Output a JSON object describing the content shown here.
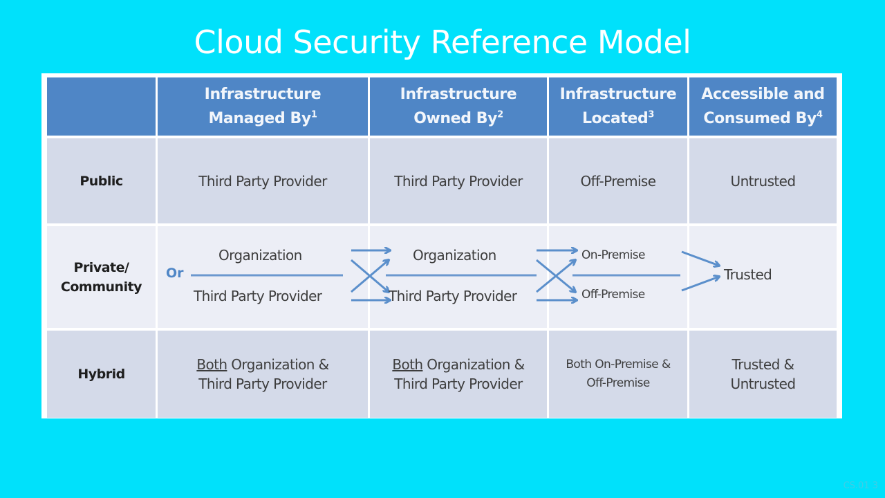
{
  "slide": {
    "title": "Cloud Security Reference Model",
    "footer": "CS.01   3"
  },
  "table": {
    "headers": [
      {
        "text": "",
        "sup": ""
      },
      {
        "line1": "Infrastructure",
        "line2": "Managed By",
        "sup": "1"
      },
      {
        "line1": "Infrastructure",
        "line2": "Owned By",
        "sup": "2"
      },
      {
        "line1": "Infrastructure",
        "line2": "Located",
        "sup": "3"
      },
      {
        "line1": "Accessible and",
        "line2": "Consumed By",
        "sup": "4"
      }
    ],
    "rows": {
      "public": {
        "label": "Public",
        "managed_by": "Third Party Provider",
        "owned_by": "Third Party Provider",
        "located": "Off-Premise",
        "consumed_by": "Untrusted"
      },
      "private": {
        "label_line1": "Private/",
        "label_line2": "Community",
        "or_label": "Or",
        "managed_by_option1": "Organization",
        "managed_by_option2": "Third Party Provider",
        "owned_by_option1": "Organization",
        "owned_by_option2": "Third Party Provider",
        "located_option1": "On-Premise",
        "located_option2": "Off-Premise",
        "consumed_by": "Trusted"
      },
      "hybrid": {
        "label": "Hybrid",
        "managed_by_underlined": "Both",
        "managed_by_line1_rest": " Organization &",
        "managed_by_line2": "Third Party Provider",
        "owned_by_underlined": "Both",
        "owned_by_line1_rest": " Organization &",
        "owned_by_line2": "Third Party Provider",
        "located_line1": "Both On-Premise &",
        "located_line2": "Off-Premise",
        "consumed_by_line1": "Trusted &",
        "consumed_by_line2": "Untrusted"
      }
    }
  },
  "colors": {
    "background": "#00e1fb",
    "header_fill": "#4f86c6",
    "row_dark": "#d4dae9",
    "row_light": "#eceef6",
    "arrow": "#5b8fcb"
  }
}
